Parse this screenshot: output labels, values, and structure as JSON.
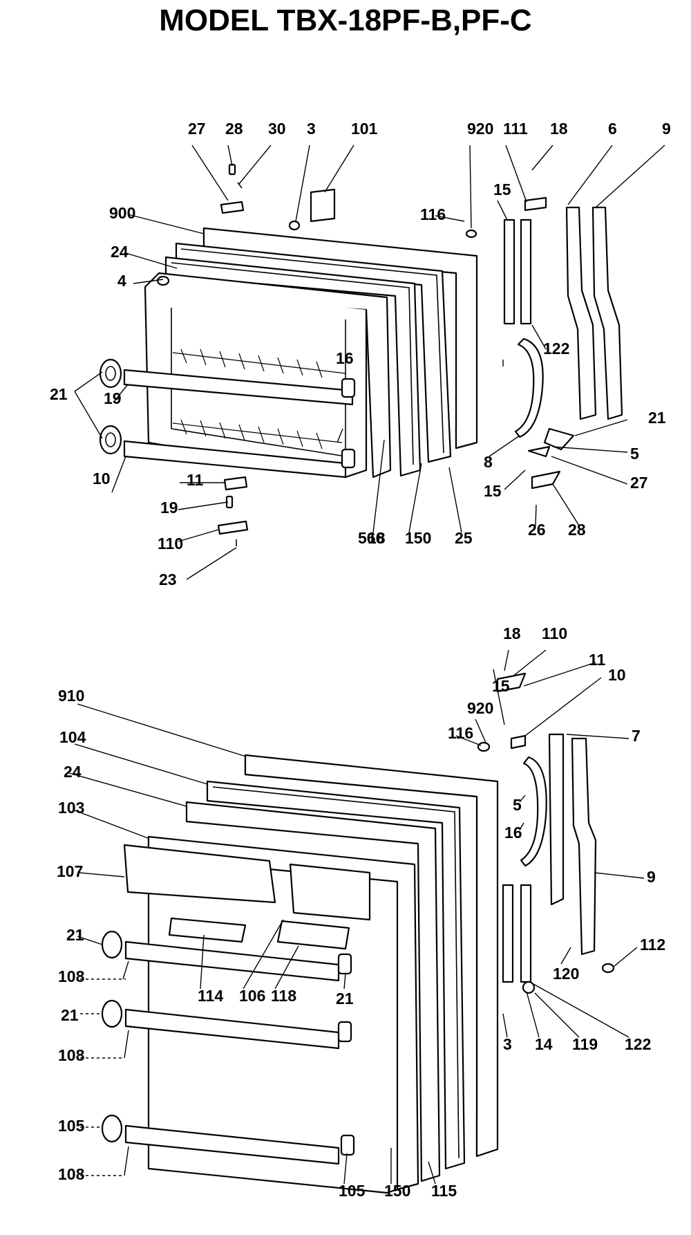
{
  "title": "MODEL TBX-18PF-B,PF-C",
  "callouts": {
    "top": [
      "27",
      "28",
      "30",
      "3",
      "101",
      "920",
      "111",
      "18",
      "6",
      "9",
      "900",
      "116",
      "24",
      "4",
      "15",
      "122",
      "21",
      "19",
      "16",
      "21",
      "8",
      "5",
      "11",
      "27",
      "10",
      "15",
      "19",
      "28",
      "110",
      "26",
      "18",
      "150",
      "25",
      "23",
      "566"
    ],
    "bottom": [
      "18",
      "110",
      "11",
      "10",
      "15",
      "920",
      "116",
      "7",
      "910",
      "104",
      "24",
      "103",
      "5",
      "16",
      "107",
      "9",
      "21",
      "114",
      "106",
      "118",
      "112",
      "120",
      "108",
      "21",
      "21",
      "3",
      "14",
      "119",
      "122",
      "108",
      "105",
      "105",
      "150",
      "115",
      "108"
    ]
  }
}
